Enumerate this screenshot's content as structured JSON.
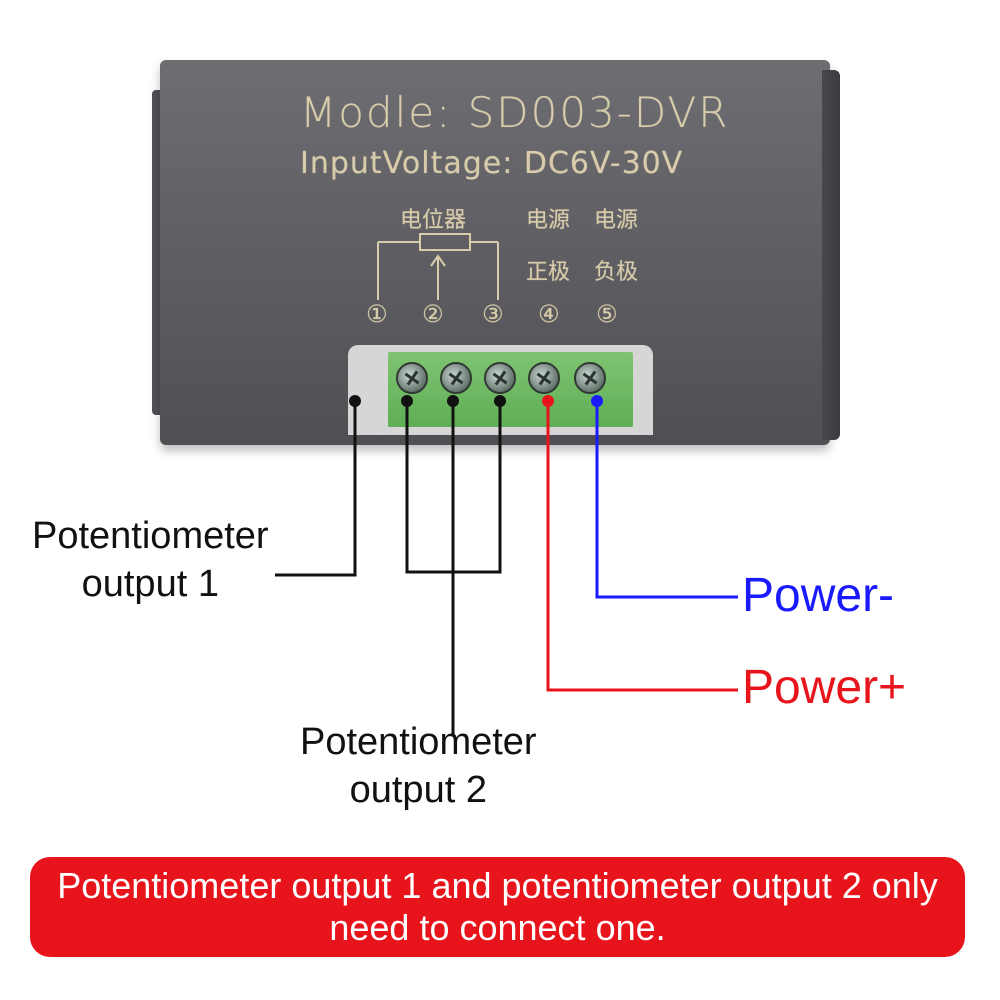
{
  "module": {
    "model": "Modle: SD003-DVR",
    "input_voltage": "InputVoltage: DC6V-30V",
    "pot_label_cn": "电位器",
    "power_label_1_cn": "电源",
    "power_label_2_cn": "电源",
    "positive_cn": "正极",
    "negative_cn": "负极",
    "pins": [
      "①",
      "②",
      "③",
      "④",
      "⑤"
    ]
  },
  "labels": {
    "pot_output_1": "Potentiometer\noutput 1",
    "pot_output_2": "Potentiometer\noutput 2",
    "power_neg": "Power-",
    "power_pos": "Power+"
  },
  "note": "Potentiometer output 1 and potentiometer output 2 only need to connect one.",
  "colors": {
    "power_neg": "#1a1aff",
    "power_pos": "#e8141c",
    "wire": "#111111",
    "banner": "#e8141c",
    "terminal": "#6fba62",
    "body": "#5e5e63",
    "engraving": "#d9ccaa"
  },
  "icons": [
    "potentiometer-symbol-icon",
    "terminal-screw-icon"
  ]
}
